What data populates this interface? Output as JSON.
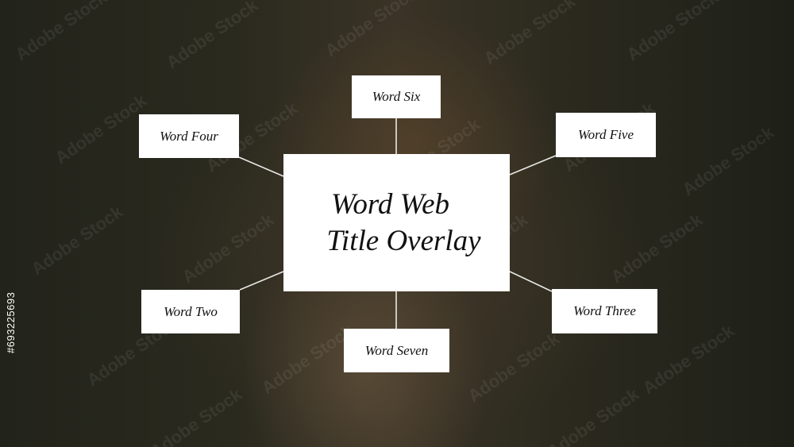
{
  "diagram": {
    "title_line1": "Word Web",
    "title_line2": "Title Overlay",
    "nodes": {
      "four": "Word Four",
      "six": "Word Six",
      "five": "Word Five",
      "two": "Word Two",
      "seven": "Word Seven",
      "three": "Word Three"
    }
  },
  "watermark": {
    "text": "Adobe Stock",
    "image_id": "#693225693"
  }
}
